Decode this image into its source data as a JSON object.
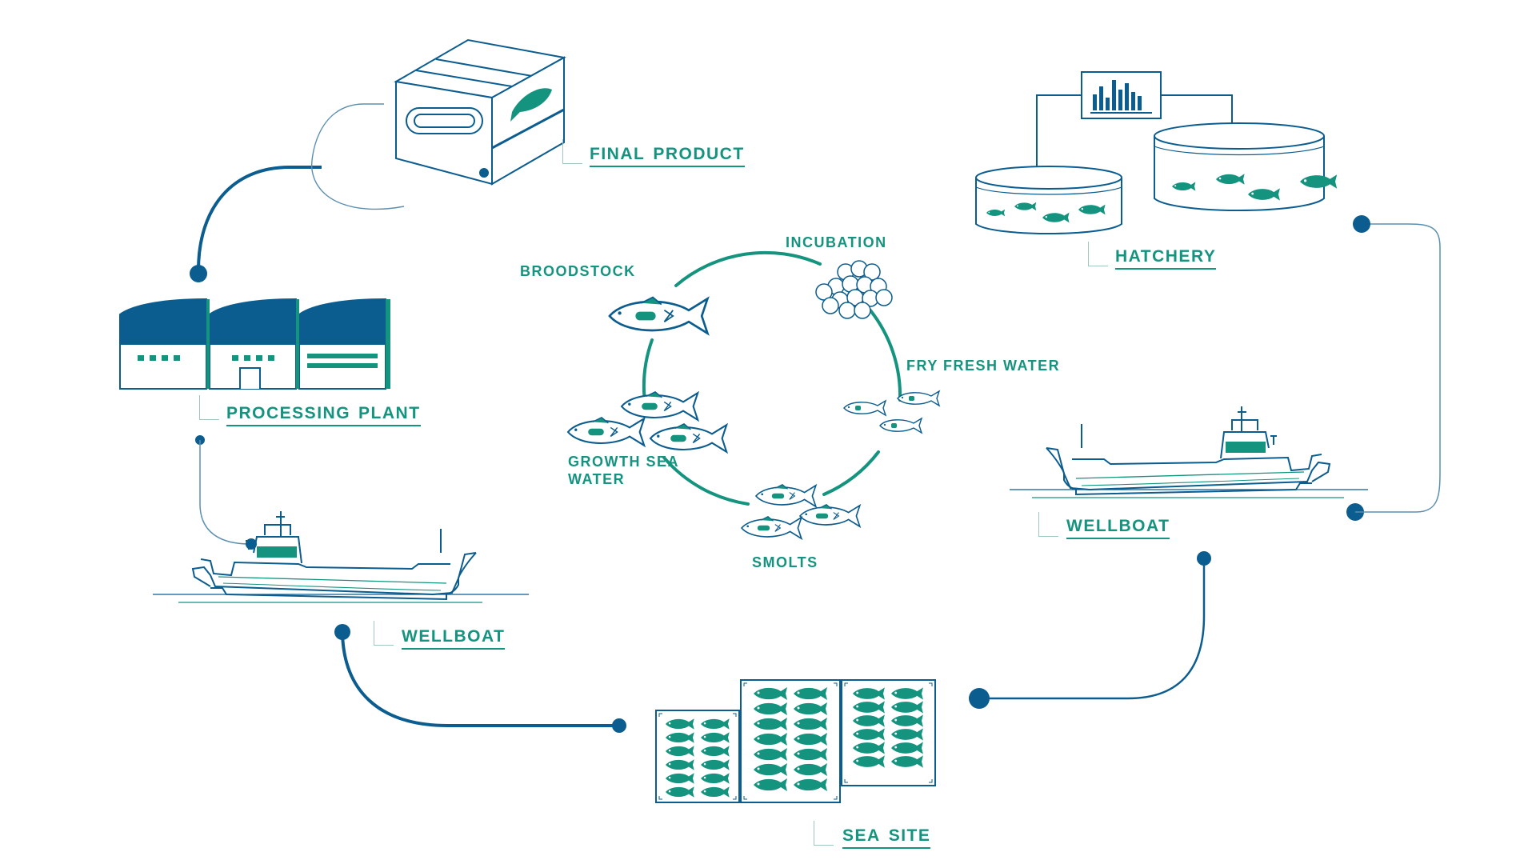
{
  "colors": {
    "navy": "#0b5c8f",
    "teal": "#14937f",
    "line": "#0b5c8f",
    "light_line": "#9fc6bf"
  },
  "cycle": {
    "broodstock": "BROODSTOCK",
    "incubation": "INCUBATION",
    "fry_fresh_water": "FRY FRESH WATER",
    "smolts": "SMOLTS",
    "growth_sea_water_line1": "GROWTH SEA",
    "growth_sea_water_line2": "WATER"
  },
  "locations": {
    "final_product": [
      "FINAL",
      "PRODUCT"
    ],
    "hatchery": [
      "HATCHERY"
    ],
    "processing_plant": [
      "PROCESSING",
      "PLANT"
    ],
    "wellboat_right": [
      "WELLBOAT"
    ],
    "wellboat_left": [
      "WELLBOAT"
    ],
    "sea_site": [
      "SEA",
      "SITE"
    ]
  },
  "icons": [
    "box-icon",
    "monitor-icon",
    "hatchery-tank-icon",
    "processing-plant-icon",
    "wellboat-icon",
    "sea-cage-icon",
    "salmon-icon",
    "eggs-icon"
  ]
}
